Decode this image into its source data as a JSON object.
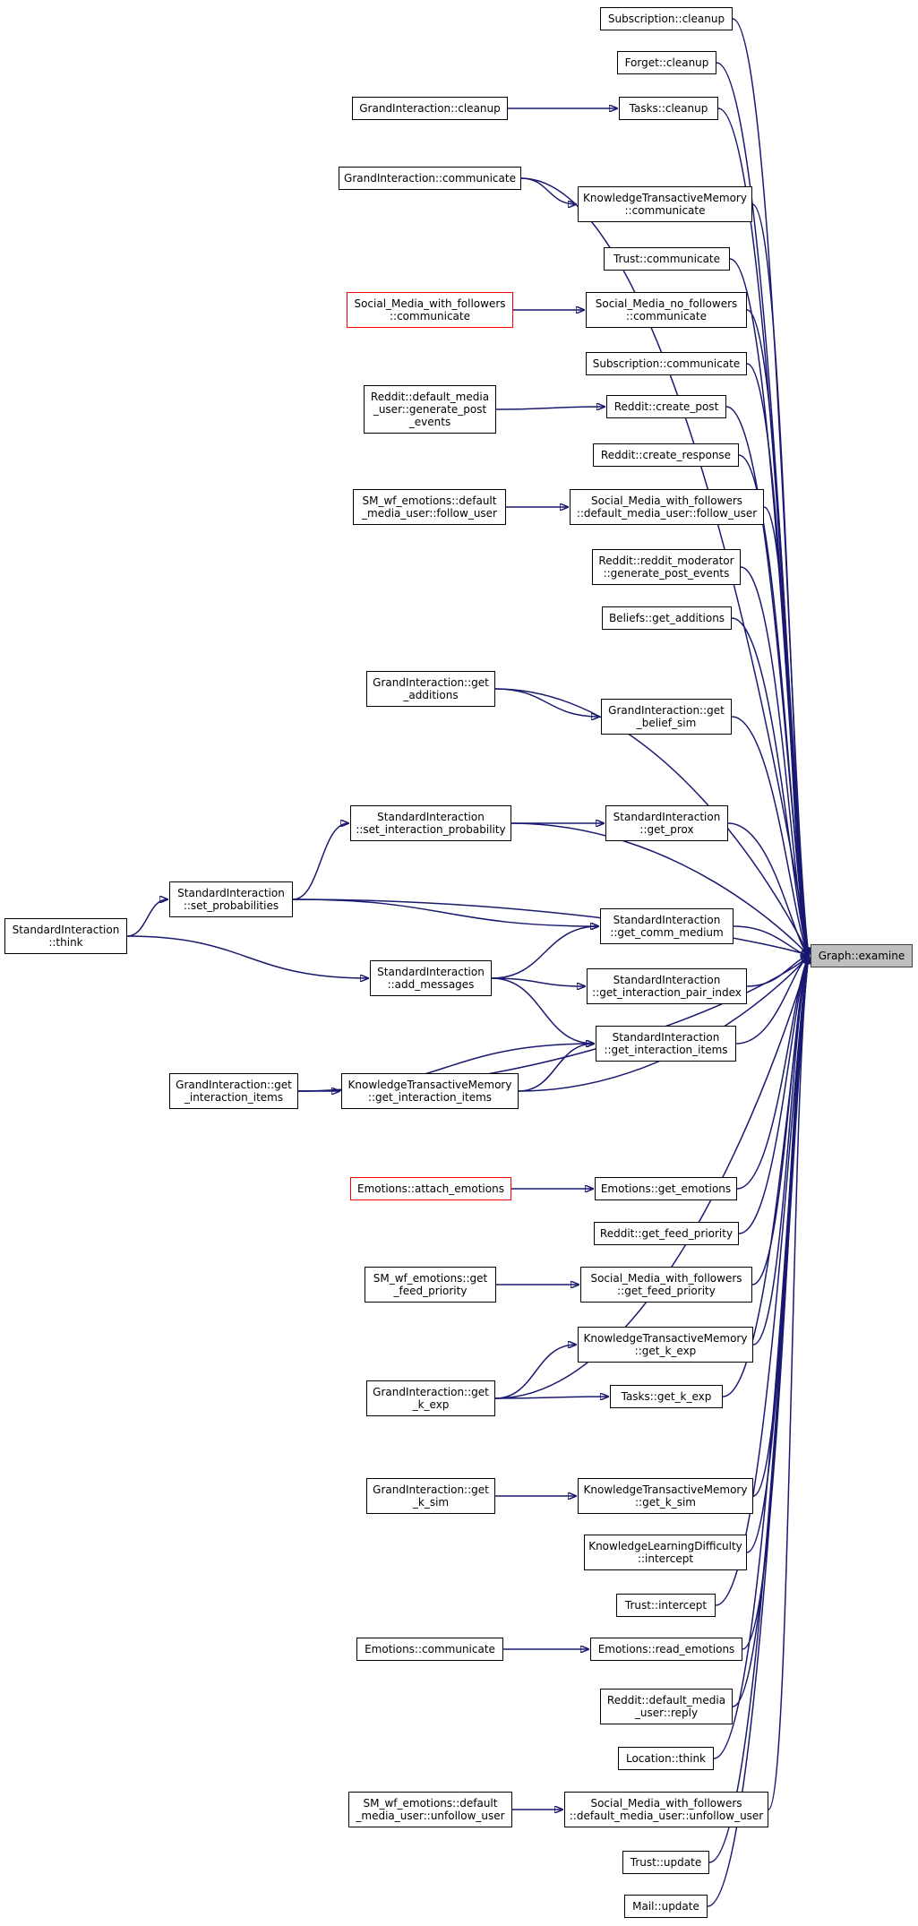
{
  "graph": {
    "colors": {
      "edge": "#191970",
      "node_border": "#000000",
      "unresolved_border": "#ff0000",
      "focus_fill": "#bfbfbf"
    },
    "nodes": [
      {
        "id": "n1",
        "lines": [
          "Subscription::cleanup"
        ]
      },
      {
        "id": "n2",
        "lines": [
          "Forget::cleanup"
        ]
      },
      {
        "id": "n3",
        "lines": [
          "GrandInteraction::cleanup"
        ]
      },
      {
        "id": "n4",
        "lines": [
          "Tasks::cleanup"
        ]
      },
      {
        "id": "n5",
        "lines": [
          "GrandInteraction::communicate"
        ]
      },
      {
        "id": "n6",
        "lines": [
          "KnowledgeTransactiveMemory",
          "::communicate"
        ]
      },
      {
        "id": "n7",
        "lines": [
          "Trust::communicate"
        ]
      },
      {
        "id": "n8",
        "lines": [
          "Social_Media_with_followers",
          "::communicate"
        ],
        "style": "red"
      },
      {
        "id": "n9",
        "lines": [
          "Social_Media_no_followers",
          "::communicate"
        ]
      },
      {
        "id": "n10",
        "lines": [
          "Subscription::communicate"
        ]
      },
      {
        "id": "n11",
        "lines": [
          "Reddit::default_media",
          "_user::generate_post",
          "_events"
        ]
      },
      {
        "id": "n12",
        "lines": [
          "Reddit::create_post"
        ]
      },
      {
        "id": "n13",
        "lines": [
          "Reddit::create_response"
        ]
      },
      {
        "id": "n14",
        "lines": [
          "SM_wf_emotions::default",
          "_media_user::follow_user"
        ]
      },
      {
        "id": "n15",
        "lines": [
          "Social_Media_with_followers",
          "::default_media_user::follow_user"
        ]
      },
      {
        "id": "n16",
        "lines": [
          "Reddit::reddit_moderator",
          "::generate_post_events"
        ]
      },
      {
        "id": "n17",
        "lines": [
          "Beliefs::get_additions"
        ]
      },
      {
        "id": "n18",
        "lines": [
          "GrandInteraction::get",
          "_additions"
        ]
      },
      {
        "id": "n19",
        "lines": [
          "GrandInteraction::get",
          "_belief_sim"
        ]
      },
      {
        "id": "n20",
        "lines": [
          "StandardInteraction",
          "::set_interaction_probability"
        ]
      },
      {
        "id": "n21",
        "lines": [
          "StandardInteraction",
          "::get_prox"
        ]
      },
      {
        "id": "n22",
        "lines": [
          "StandardInteraction",
          "::set_probabilities"
        ]
      },
      {
        "id": "n23",
        "lines": [
          "StandardInteraction",
          "::think"
        ]
      },
      {
        "id": "n24",
        "lines": [
          "StandardInteraction",
          "::get_comm_medium"
        ]
      },
      {
        "id": "n25",
        "lines": [
          "StandardInteraction",
          "::add_messages"
        ]
      },
      {
        "id": "n26",
        "lines": [
          "StandardInteraction",
          "::get_interaction_pair_index"
        ]
      },
      {
        "id": "n27",
        "lines": [
          "StandardInteraction",
          "::get_interaction_items"
        ]
      },
      {
        "id": "n28",
        "lines": [
          "GrandInteraction::get",
          "_interaction_items"
        ]
      },
      {
        "id": "n29",
        "lines": [
          "KnowledgeTransactiveMemory",
          "::get_interaction_items"
        ]
      },
      {
        "id": "n30",
        "lines": [
          "Emotions::attach_emotions"
        ],
        "style": "red"
      },
      {
        "id": "n31",
        "lines": [
          "Emotions::get_emotions"
        ]
      },
      {
        "id": "n32",
        "lines": [
          "Reddit::get_feed_priority"
        ]
      },
      {
        "id": "n33",
        "lines": [
          "SM_wf_emotions::get",
          "_feed_priority"
        ]
      },
      {
        "id": "n34",
        "lines": [
          "Social_Media_with_followers",
          "::get_feed_priority"
        ]
      },
      {
        "id": "n35",
        "lines": [
          "KnowledgeTransactiveMemory",
          "::get_k_exp"
        ]
      },
      {
        "id": "n36",
        "lines": [
          "GrandInteraction::get",
          "_k_exp"
        ]
      },
      {
        "id": "n37",
        "lines": [
          "Tasks::get_k_exp"
        ]
      },
      {
        "id": "n38",
        "lines": [
          "GrandInteraction::get",
          "_k_sim"
        ]
      },
      {
        "id": "n39",
        "lines": [
          "KnowledgeTransactiveMemory",
          "::get_k_sim"
        ]
      },
      {
        "id": "n40",
        "lines": [
          "KnowledgeLearningDifficulty",
          "::intercept"
        ]
      },
      {
        "id": "n41",
        "lines": [
          "Trust::intercept"
        ]
      },
      {
        "id": "n42",
        "lines": [
          "Emotions::communicate"
        ]
      },
      {
        "id": "n43",
        "lines": [
          "Emotions::read_emotions"
        ]
      },
      {
        "id": "n44",
        "lines": [
          "Reddit::default_media",
          "_user::reply"
        ]
      },
      {
        "id": "n45",
        "lines": [
          "Location::think"
        ]
      },
      {
        "id": "n46",
        "lines": [
          "SM_wf_emotions::default",
          "_media_user::unfollow_user"
        ]
      },
      {
        "id": "n47",
        "lines": [
          "Social_Media_with_followers",
          "::default_media_user::unfollow_user"
        ]
      },
      {
        "id": "n48",
        "lines": [
          "Trust::update"
        ]
      },
      {
        "id": "n49",
        "lines": [
          "Mail::update"
        ]
      },
      {
        "id": "focus",
        "lines": [
          "Graph::examine"
        ],
        "style": "focus"
      }
    ],
    "edges": [
      [
        "n1",
        "focus"
      ],
      [
        "n2",
        "focus"
      ],
      [
        "n3",
        "n4"
      ],
      [
        "n4",
        "focus"
      ],
      [
        "n5",
        "focus"
      ],
      [
        "n5",
        "n6"
      ],
      [
        "n6",
        "focus"
      ],
      [
        "n7",
        "focus"
      ],
      [
        "n8",
        "n9"
      ],
      [
        "n9",
        "focus"
      ],
      [
        "n10",
        "focus"
      ],
      [
        "n11",
        "n12"
      ],
      [
        "n12",
        "focus"
      ],
      [
        "n13",
        "focus"
      ],
      [
        "n14",
        "n15"
      ],
      [
        "n15",
        "focus"
      ],
      [
        "n16",
        "focus"
      ],
      [
        "n17",
        "focus"
      ],
      [
        "n18",
        "focus"
      ],
      [
        "n18",
        "n19"
      ],
      [
        "n19",
        "focus"
      ],
      [
        "n20",
        "focus"
      ],
      [
        "n20",
        "n21"
      ],
      [
        "n21",
        "focus"
      ],
      [
        "n22",
        "n20"
      ],
      [
        "n22",
        "focus"
      ],
      [
        "n22",
        "n24"
      ],
      [
        "n23",
        "n22"
      ],
      [
        "n23",
        "n25"
      ],
      [
        "n24",
        "focus"
      ],
      [
        "n25",
        "n24"
      ],
      [
        "n25",
        "n26"
      ],
      [
        "n25",
        "n27"
      ],
      [
        "n26",
        "focus"
      ],
      [
        "n27",
        "focus"
      ],
      [
        "n28",
        "n27"
      ],
      [
        "n28",
        "n29"
      ],
      [
        "n28",
        "focus"
      ],
      [
        "n29",
        "n27"
      ],
      [
        "n29",
        "focus"
      ],
      [
        "n30",
        "n31"
      ],
      [
        "n31",
        "focus"
      ],
      [
        "n32",
        "focus"
      ],
      [
        "n33",
        "n34"
      ],
      [
        "n34",
        "focus"
      ],
      [
        "n35",
        "focus"
      ],
      [
        "n36",
        "n35"
      ],
      [
        "n36",
        "n37"
      ],
      [
        "n36",
        "focus"
      ],
      [
        "n37",
        "focus"
      ],
      [
        "n38",
        "n39"
      ],
      [
        "n39",
        "focus"
      ],
      [
        "n40",
        "focus"
      ],
      [
        "n41",
        "focus"
      ],
      [
        "n42",
        "n43"
      ],
      [
        "n43",
        "focus"
      ],
      [
        "n44",
        "focus"
      ],
      [
        "n45",
        "focus"
      ],
      [
        "n46",
        "n47"
      ],
      [
        "n47",
        "focus"
      ],
      [
        "n48",
        "focus"
      ],
      [
        "n49",
        "focus"
      ]
    ]
  }
}
